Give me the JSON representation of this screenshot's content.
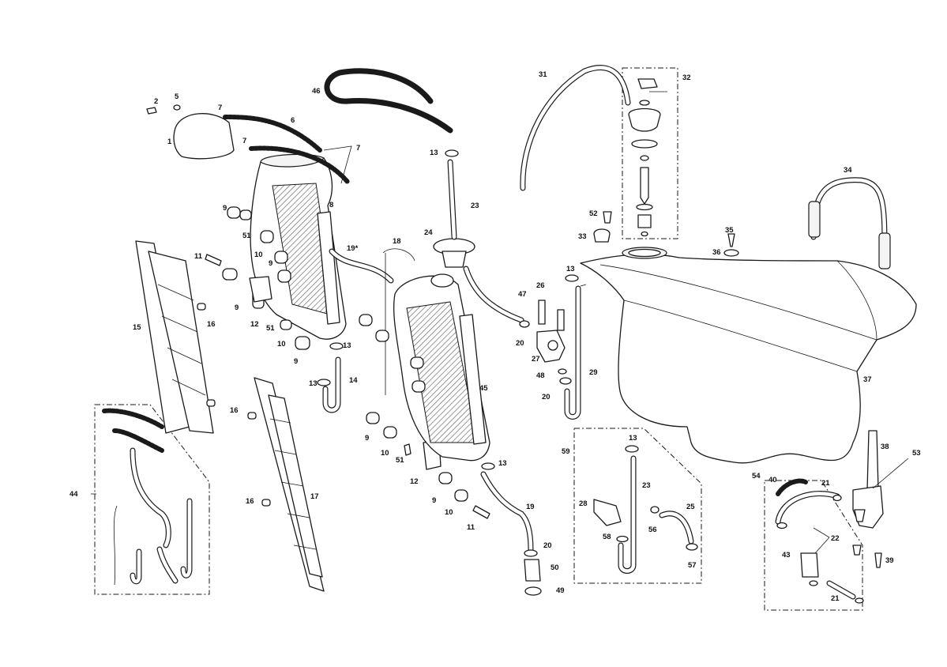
{
  "callouts": [
    {
      "id": "c1",
      "text": "1"
    },
    {
      "id": "c2",
      "text": "2"
    },
    {
      "id": "c5",
      "text": "5"
    },
    {
      "id": "c7a",
      "text": "7"
    },
    {
      "id": "c6",
      "text": "6"
    },
    {
      "id": "c7b",
      "text": "7"
    },
    {
      "id": "c7c",
      "text": "7"
    },
    {
      "id": "c46",
      "text": "46"
    },
    {
      "id": "c8",
      "text": "8"
    },
    {
      "id": "c9a",
      "text": "9"
    },
    {
      "id": "c51a",
      "text": "51"
    },
    {
      "id": "c10a",
      "text": "10"
    },
    {
      "id": "c9b",
      "text": "9"
    },
    {
      "id": "c11a",
      "text": "11"
    },
    {
      "id": "c9c",
      "text": "9"
    },
    {
      "id": "c12a",
      "text": "12"
    },
    {
      "id": "c51b",
      "text": "51"
    },
    {
      "id": "c10b",
      "text": "10"
    },
    {
      "id": "c9d",
      "text": "9"
    },
    {
      "id": "c15",
      "text": "15"
    },
    {
      "id": "c16a",
      "text": "16"
    },
    {
      "id": "c16b",
      "text": "16"
    },
    {
      "id": "c16c",
      "text": "16"
    },
    {
      "id": "c17",
      "text": "17"
    },
    {
      "id": "c44",
      "text": "44"
    },
    {
      "id": "c13a",
      "text": "13"
    },
    {
      "id": "c23a",
      "text": "23"
    },
    {
      "id": "c24",
      "text": "24"
    },
    {
      "id": "c19a",
      "text": "19*"
    },
    {
      "id": "c18",
      "text": "18"
    },
    {
      "id": "c13b",
      "text": "13"
    },
    {
      "id": "c13c",
      "text": "13"
    },
    {
      "id": "c14",
      "text": "14"
    },
    {
      "id": "c45",
      "text": "45"
    },
    {
      "id": "c9e",
      "text": "9"
    },
    {
      "id": "c10c",
      "text": "10"
    },
    {
      "id": "c51c",
      "text": "51"
    },
    {
      "id": "c12b",
      "text": "12"
    },
    {
      "id": "c9f",
      "text": "9"
    },
    {
      "id": "c10d",
      "text": "10"
    },
    {
      "id": "c11b",
      "text": "11"
    },
    {
      "id": "c13d",
      "text": "13"
    },
    {
      "id": "c19b",
      "text": "19"
    },
    {
      "id": "c20a",
      "text": "20"
    },
    {
      "id": "c50",
      "text": "50"
    },
    {
      "id": "c49",
      "text": "49"
    },
    {
      "id": "c31",
      "text": "31"
    },
    {
      "id": "c32",
      "text": "32"
    },
    {
      "id": "c52",
      "text": "52"
    },
    {
      "id": "c33",
      "text": "33"
    },
    {
      "id": "c13e",
      "text": "13"
    },
    {
      "id": "c26",
      "text": "26"
    },
    {
      "id": "c47",
      "text": "47"
    },
    {
      "id": "c20b",
      "text": "20"
    },
    {
      "id": "c27",
      "text": "27"
    },
    {
      "id": "c48",
      "text": "48"
    },
    {
      "id": "c20c",
      "text": "20"
    },
    {
      "id": "c29",
      "text": "29"
    },
    {
      "id": "c34",
      "text": "34"
    },
    {
      "id": "c35",
      "text": "35"
    },
    {
      "id": "c36",
      "text": "36"
    },
    {
      "id": "c37",
      "text": "37"
    },
    {
      "id": "c59",
      "text": "59"
    },
    {
      "id": "c13f",
      "text": "13"
    },
    {
      "id": "c23b",
      "text": "23"
    },
    {
      "id": "c28",
      "text": "28"
    },
    {
      "id": "c25",
      "text": "25"
    },
    {
      "id": "c56",
      "text": "56"
    },
    {
      "id": "c58",
      "text": "58"
    },
    {
      "id": "c57",
      "text": "57"
    },
    {
      "id": "c38",
      "text": "38"
    },
    {
      "id": "c53",
      "text": "53"
    },
    {
      "id": "c54",
      "text": "54"
    },
    {
      "id": "c40",
      "text": "40"
    },
    {
      "id": "c21a",
      "text": "21"
    },
    {
      "id": "c22",
      "text": "22"
    },
    {
      "id": "c43",
      "text": "43"
    },
    {
      "id": "c21b",
      "text": "21"
    },
    {
      "id": "c39",
      "text": "39"
    }
  ]
}
